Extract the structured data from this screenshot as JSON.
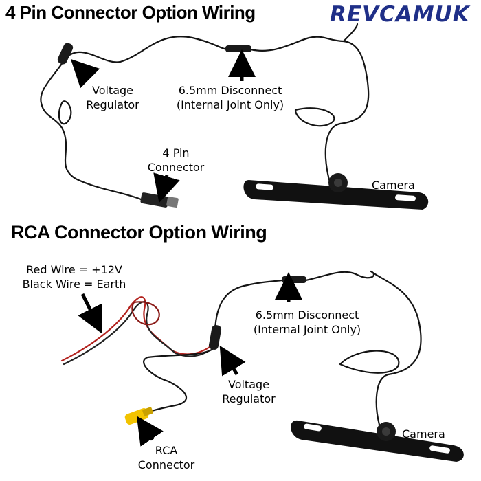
{
  "brand": {
    "logo_text": "REVCAMUK",
    "color": "#1f2f88"
  },
  "section_4pin": {
    "title": "4 Pin Connector Option Wiring",
    "labels": {
      "voltage_regulator": [
        "Voltage",
        "Regulator"
      ],
      "disconnect": [
        "6.5mm Disconnect",
        "(Internal Joint Only)"
      ],
      "connector": [
        "4 Pin",
        "Connector"
      ],
      "camera": "Camera"
    }
  },
  "section_rca": {
    "title": "RCA Connector Option Wiring",
    "labels": {
      "power": [
        "Red Wire = +12V",
        "Black Wire = Earth"
      ],
      "disconnect": [
        "6.5mm Disconnect",
        "(Internal Joint Only)"
      ],
      "voltage_regulator": [
        "Voltage",
        "Regulator"
      ],
      "connector": [
        "RCA",
        "Connector"
      ],
      "camera": "Camera"
    }
  },
  "colors": {
    "wire": "#141414",
    "red_wire": "#b3221e",
    "rca_plug": "#f2c300",
    "bracket": "#111111"
  }
}
